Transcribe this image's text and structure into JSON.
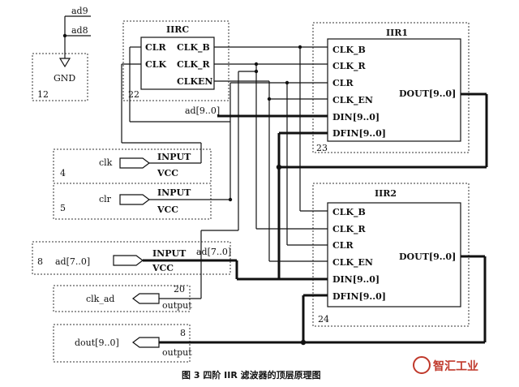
{
  "gnd_block": {
    "net_top": "ad9",
    "net_second": "ad8",
    "symbol": "GND",
    "number": "12"
  },
  "iirc": {
    "title": "IIRC",
    "pins_left": [
      "CLR",
      "CLK"
    ],
    "pins_right": [
      "CLK_B",
      "CLK_R",
      "CLKEN"
    ],
    "number": "22"
  },
  "bus_ad": "ad[9..0]",
  "iir1": {
    "title": "IIR1",
    "pins_left": [
      "CLK_B",
      "CLK_R",
      "CLR",
      "CLK_EN",
      "DIN[9..0]",
      "DFIN[9..0]"
    ],
    "pin_right": "DOUT[9..0]",
    "number": "23"
  },
  "iir2": {
    "title": "IIR2",
    "pins_left": [
      "CLK_B",
      "CLK_R",
      "CLR",
      "CLK_EN",
      "DIN[9..0]",
      "DFIN[9..0]"
    ],
    "pin_right": "DOUT[9..0]",
    "number": "24"
  },
  "inputs": {
    "clk": {
      "name": "clk",
      "type": "INPUT",
      "supply": "VCC",
      "number": "4"
    },
    "clr": {
      "name": "clr",
      "type": "INPUT",
      "supply": "VCC",
      "number": "5"
    },
    "ad": {
      "name": "ad[7..0]",
      "type": "INPUT",
      "supply": "VCC",
      "number": "8",
      "net": "ad[7..0]"
    }
  },
  "outputs": {
    "clk_ad": {
      "name": "clk_ad",
      "type": "output",
      "number": "20"
    },
    "dout": {
      "name": "dout[9..0]",
      "type": "output",
      "number": "8"
    }
  },
  "caption": "图 3 四阶 IIR 滤波器的顶层原理图",
  "watermark": "智汇工业"
}
